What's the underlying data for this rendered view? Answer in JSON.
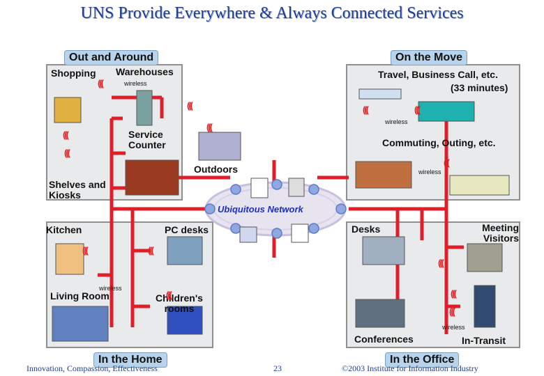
{
  "title": "UNS Provide Everywhere & Always Connected Services",
  "quadrants": {
    "out_and_around": {
      "label": "Out and Around",
      "shopping": "Shopping",
      "warehouses": "Warehouses",
      "wireless": "wireless",
      "service_counter": "Service Counter",
      "outdoors": "Outdoors",
      "shelves_kiosks": "Shelves and Kiosks"
    },
    "on_the_move": {
      "label": "On the Move",
      "travel": "Travel, Business Call, etc.",
      "minutes": "(33 minutes)",
      "wireless1": "wireless",
      "commuting": "Commuting, Outing, etc.",
      "wireless2": "wireless"
    },
    "in_the_home": {
      "label": "In the Home",
      "kitchen": "Kitchen",
      "pc_desks": "PC desks",
      "wireless": "wireless",
      "living_room": "Living Room",
      "childrens_rooms": "Children's rooms"
    },
    "in_the_office": {
      "label": "In the Office",
      "desks": "Desks",
      "meeting_visitors": "Meeting Visitors",
      "conferences": "Conferences",
      "in_transit": "In-Transit",
      "wireless": "wireless"
    }
  },
  "center": {
    "label": "Ubiquitous Network"
  },
  "footer": {
    "left": "Innovation, Compassion, Effectiveness",
    "page": "23",
    "right": "©2003 Institute for Information Industry"
  },
  "colors": {
    "network_line": "#e01e2a",
    "title": "#1f3f96",
    "quad_label_bg": "#b8d4ec"
  }
}
